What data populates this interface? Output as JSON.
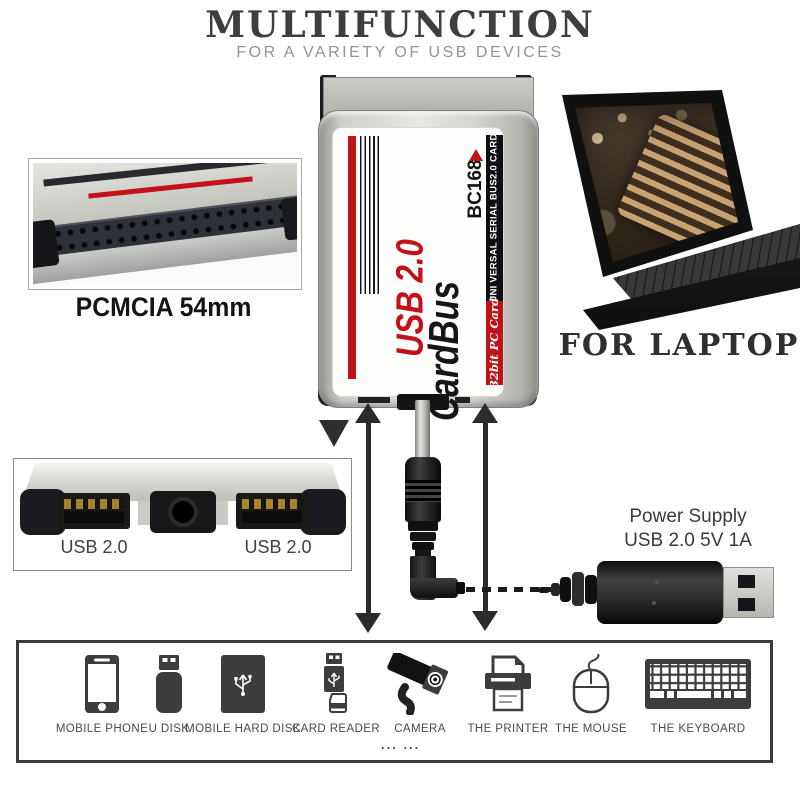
{
  "header": {
    "title": "MULTIFUNCTION",
    "subtitle": "FOR A VARIETY OF USB DEVICES"
  },
  "pcmcia": {
    "label": "PCMCIA 54mm"
  },
  "laptop": {
    "label": "FOR LAPTOP"
  },
  "card": {
    "usb_text": "USB 2.0",
    "brand": "CardBus",
    "model": "BC168",
    "strip_text": "UNI VERSAL SERIAL BUS2.0 CARD",
    "ribbon_text": "32bit PC Card"
  },
  "ports_inset": {
    "left_label": "USB 2.0",
    "right_label": "USB 2.0"
  },
  "power": {
    "line1": "Power Supply",
    "line2": "USB 2.0 5V 1A"
  },
  "devices": {
    "items": [
      {
        "name": "mobile-phone",
        "label": "MOBILE PHONE"
      },
      {
        "name": "u-disk",
        "label": "U DISK"
      },
      {
        "name": "mobile-hard-disk",
        "label": "MOBILE HARD DISK"
      },
      {
        "name": "card-reader",
        "label": "CARD READER"
      },
      {
        "name": "camera",
        "label": "CAMERA"
      },
      {
        "name": "the-printer",
        "label": "THE PRINTER"
      },
      {
        "name": "the-mouse",
        "label": "THE MOUSE"
      },
      {
        "name": "the-keyboard",
        "label": "THE KEYBOARD"
      }
    ],
    "ellipsis": "... ..."
  },
  "colors": {
    "accent_red": "#c31217",
    "dark": "#3a3a3a",
    "card_gray": "#cfcfca"
  }
}
